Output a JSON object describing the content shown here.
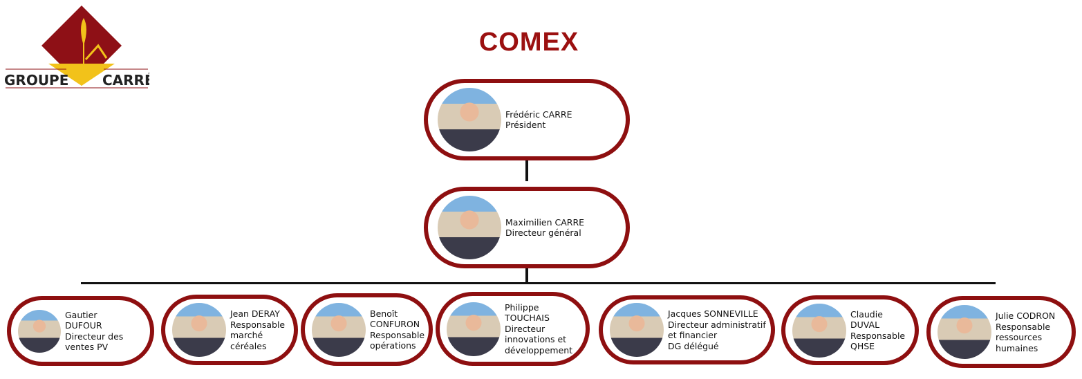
{
  "logo": {
    "text_left": "GROUPE",
    "text_right": "CARRÉ",
    "colors": {
      "red": "#8e1016",
      "gold": "#f2c21a"
    }
  },
  "title": "COMEX",
  "people": [
    {
      "lines": [
        "Frédéric CARRE",
        "Président"
      ]
    },
    {
      "lines": [
        "Maximilien CARRE",
        "Directeur général"
      ]
    },
    {
      "lines": [
        "Gautier",
        "DUFOUR",
        "Directeur des",
        "ventes PV"
      ]
    },
    {
      "lines": [
        "Jean DERAY",
        "Responsable",
        "marché",
        "céréales"
      ]
    },
    {
      "lines": [
        "Benoît",
        "CONFURON",
        "Responsable",
        "opérations"
      ]
    },
    {
      "lines": [
        "Philippe",
        "TOUCHAIS",
        "Directeur",
        "innovations et",
        "développement"
      ]
    },
    {
      "lines": [
        "Jacques SONNEVILLE",
        "Directeur administratif",
        "et financier",
        "DG délégué"
      ]
    },
    {
      "lines": [
        "Claudie",
        "DUVAL",
        "Responsable",
        "QHSE"
      ]
    },
    {
      "lines": [
        "Julie CODRON",
        "Responsable",
        "ressources",
        "humaines"
      ]
    }
  ]
}
